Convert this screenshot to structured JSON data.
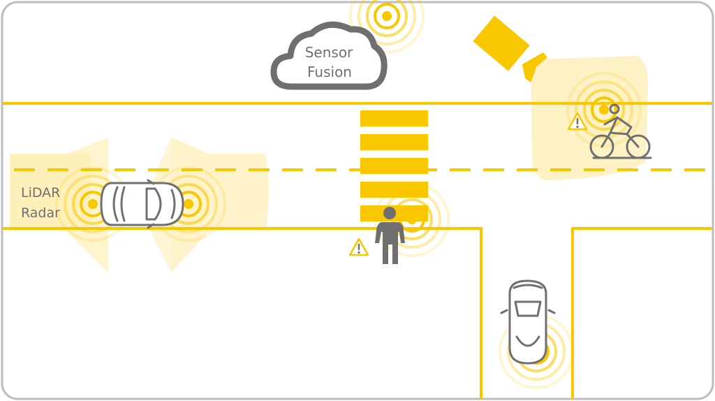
{
  "cloud": {
    "line1": "Sensor",
    "line2": "Fusion"
  },
  "sensor_label": {
    "line1": "LiDAR",
    "line2": "Radar"
  },
  "colors": {
    "road_line": "#f8c700",
    "yellow": "#f8c700",
    "sensor_fill": "#fdefb8",
    "gray": "#6f6f6f",
    "frame": "#bdbdbd"
  },
  "icons": [
    "cloud-icon",
    "security-camera-icon",
    "car-icon",
    "pedestrian-icon",
    "cyclist-icon",
    "warning-icon",
    "sensor-signal-icon"
  ]
}
